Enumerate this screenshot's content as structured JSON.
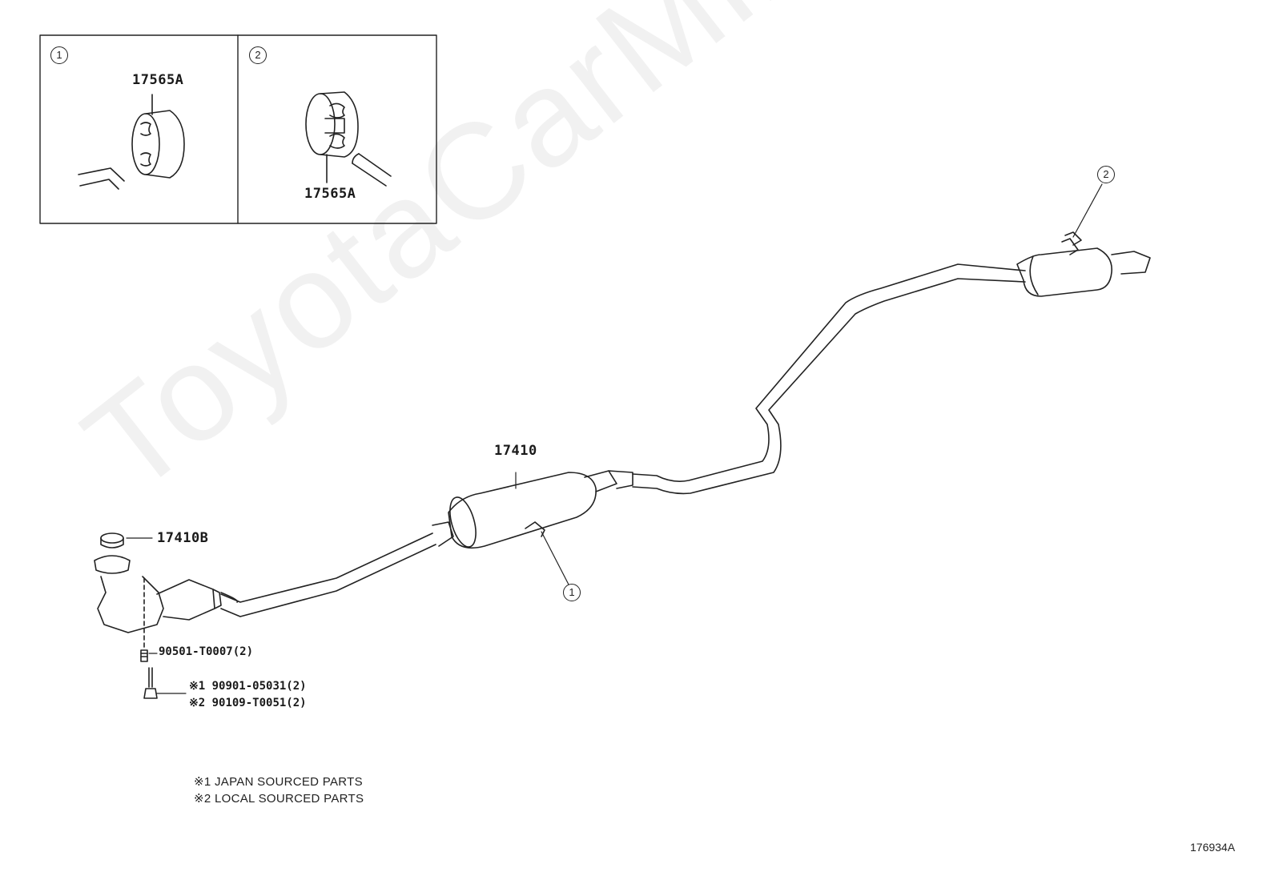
{
  "watermark": "ToyotaCarMine.ru",
  "inset": {
    "panel1": {
      "callout": "1",
      "part": "17565A"
    },
    "panel2": {
      "callout": "2",
      "part": "17565A"
    }
  },
  "parts": {
    "main_pipe": "17410",
    "gasket": "17410B",
    "spring": "90501-T0007(2)",
    "bolt1": "※1 90901-05031(2)",
    "bolt2": "※2 90109-T0051(2)"
  },
  "callouts": {
    "front_hanger": "1",
    "rear_hanger": "2"
  },
  "notes": {
    "note1": "※1 JAPAN SOURCED PARTS",
    "note2": "※2 LOCAL SOURCED PARTS"
  },
  "figure_code": "176934A"
}
